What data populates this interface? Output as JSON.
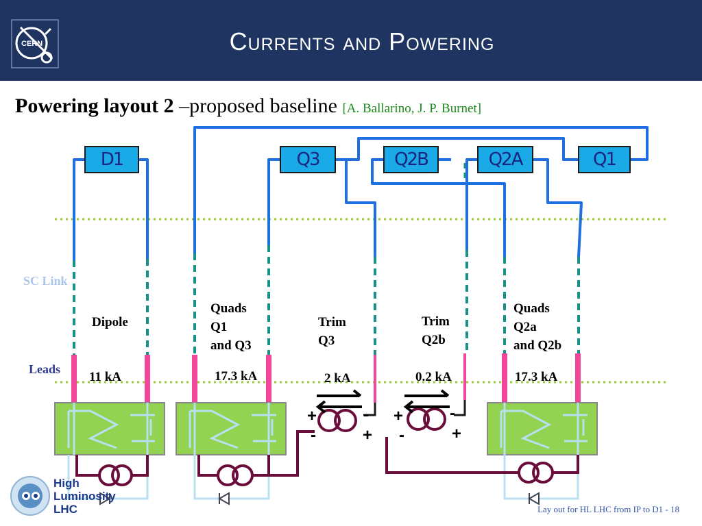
{
  "header": {
    "title": "Currents and Powering",
    "logo_text": "CERN"
  },
  "subtitle": {
    "bold": "Powering layout 2",
    "rest": " –proposed baseline ",
    "ref": "[A. Ballarino, J. P. Burnet]"
  },
  "magnets": [
    "D1",
    "Q3",
    "Q2B",
    "Q2A",
    "Q1"
  ],
  "region_labels": {
    "sc_link": "SC Link",
    "leads": "Leads"
  },
  "circuits": {
    "dipole": {
      "name": "Dipole",
      "current": "11 kA"
    },
    "quads_q1_q3": {
      "line1": "Quads",
      "line2": "Q1",
      "line3": "and Q3",
      "current": "17.3 kA"
    },
    "trim_q3": {
      "line1": "Trim",
      "line2": "Q3",
      "current": "2 kA"
    },
    "trim_q2b": {
      "line1": "Trim",
      "line2": "Q2b",
      "current": "0.2 kA"
    },
    "quads_q2a_q2b": {
      "line1": "Quads",
      "line2": "Q2a",
      "line3": "and Q2b",
      "current": "17.3 kA"
    }
  },
  "polarity": {
    "plus": "+",
    "minus": "-"
  },
  "footer": "Lay out for HL LHC from IP to D1 - 18",
  "hl_logo": {
    "line1": "High",
    "line2": "Luminosity",
    "line3": "LHC"
  },
  "colors": {
    "header_bg": "#1f3460",
    "cable": "#1e6fe0",
    "sc_link": "#17918a",
    "lead": "#f0479a",
    "converter": "#94d252",
    "feedback": "#6b0d3a",
    "magnet_box": "#1aaae8"
  }
}
